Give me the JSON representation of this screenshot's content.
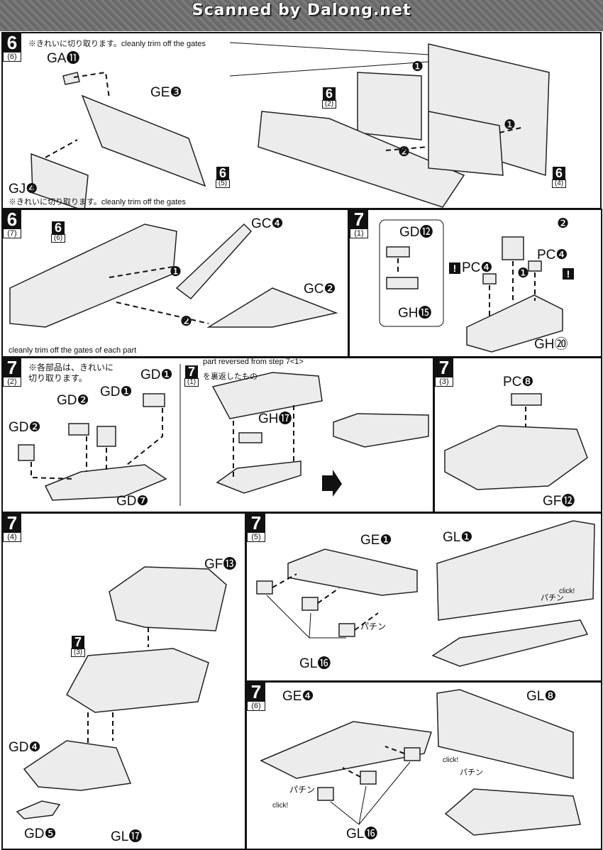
{
  "header": {
    "watermark": "Scanned by Dalong.net"
  },
  "p1": {
    "step": "6",
    "sub": "(6)",
    "note_top": "※きれいに切り取ります。cleanly trim off the gates",
    "note_bottom": "※きれいに切り取ります。cleanly trim off the gates",
    "labels": [
      "GA⓫",
      "GE❸",
      "GJ❹"
    ],
    "arrows": [
      "❶",
      "❶",
      "❷"
    ],
    "refs": [
      {
        "n": "6",
        "s": "(2)"
      },
      {
        "n": "6",
        "s": "(5)"
      },
      {
        "n": "6",
        "s": "(4)"
      }
    ]
  },
  "p2": {
    "step": "6",
    "sub": "(7)",
    "ref": {
      "n": "6",
      "s": "(6)"
    },
    "labels": [
      "GC❹",
      "GC❷"
    ],
    "arrows": [
      "❶",
      "❷"
    ],
    "note": "cleanly trim off the gates of each part"
  },
  "p3": {
    "step": "7",
    "sub": "(1)",
    "labels": [
      "GD⓬",
      "GH⓯",
      "PC❹",
      "PC❹",
      "GH⑳"
    ],
    "arrows": [
      "❷",
      "❶"
    ],
    "alert": "!"
  },
  "p4": {
    "step": "7",
    "sub": "(2)",
    "note": "※各部品は、きれいに\n切り取ります。",
    "labels": [
      "GD❶",
      "GD❷",
      "GD❶",
      "GD❷",
      "GD❼",
      "GH⓱"
    ],
    "ref": {
      "n": "7",
      "s": "(1)"
    },
    "note2": "part reversed from step 7<1>",
    "note3": "を裏返したもの"
  },
  "p5": {
    "step": "7",
    "sub": "(3)",
    "labels": [
      "PC❽",
      "GF⓬"
    ]
  },
  "p6": {
    "step": "7",
    "sub": "(4)",
    "labels": [
      "GF⓭",
      "GD❹",
      "GD❺",
      "GL⓱"
    ],
    "ref": {
      "n": "7",
      "s": "(3)"
    }
  },
  "p7": {
    "step": "7",
    "sub": "(5)",
    "labels": [
      "GE❶",
      "GL⓰",
      "GL❶"
    ],
    "click": "click!",
    "pachin": "パチン"
  },
  "p8": {
    "step": "7",
    "sub": "(6)",
    "labels": [
      "GE❹",
      "GL⓰",
      "GL❽"
    ],
    "click": "click!",
    "click2": "click!",
    "pachin": "パチン"
  }
}
